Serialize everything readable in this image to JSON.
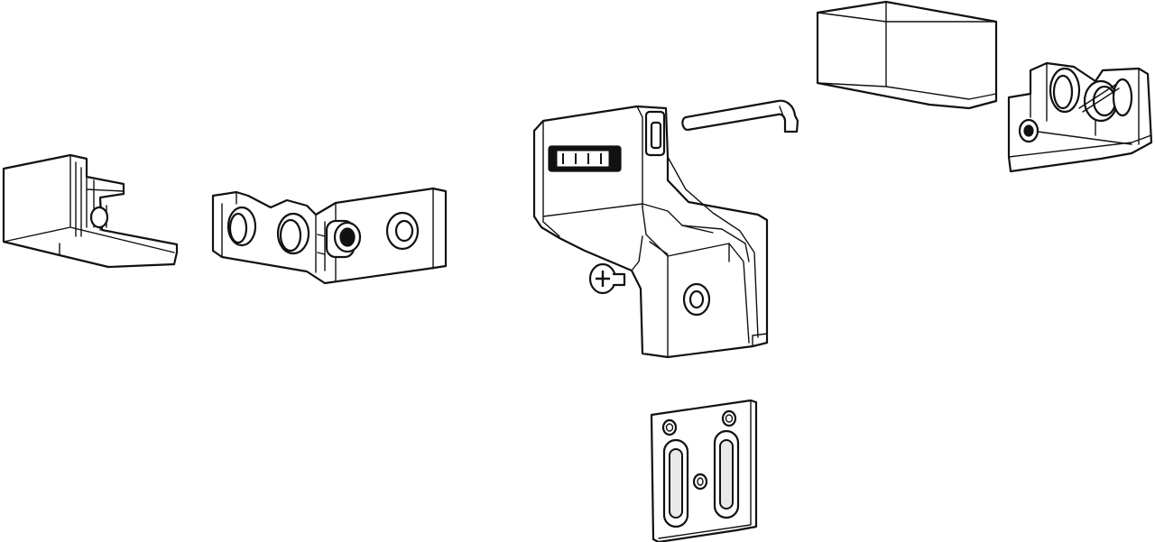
{
  "diagram": {
    "colors": {
      "line": "#111111",
      "fill": "#ffffff",
      "shade": "#e9e9e9"
    },
    "parts": [
      {
        "id": "left-end-cap",
        "icon": "end-cap-icon"
      },
      {
        "id": "left-bracket-clip",
        "icon": "bracket-clip-icon"
      },
      {
        "id": "main-bracket",
        "icon": "bracket-icon"
      },
      {
        "id": "bracket-screw",
        "icon": "screw-icon"
      },
      {
        "id": "locking-pin",
        "icon": "pin-icon"
      },
      {
        "id": "right-end-cap",
        "icon": "end-cap-icon"
      },
      {
        "id": "right-bracket-clip",
        "icon": "bracket-clip-icon"
      },
      {
        "id": "mounting-plate",
        "icon": "mounting-plate-icon"
      }
    ]
  }
}
